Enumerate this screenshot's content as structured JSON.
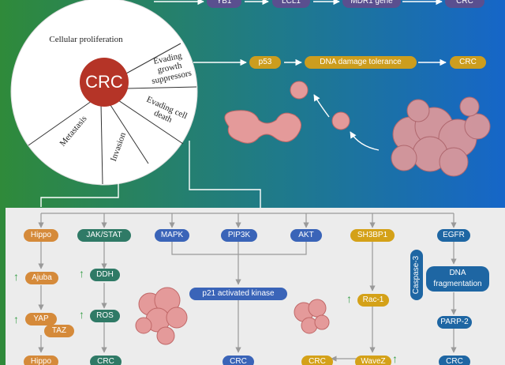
{
  "colors": {
    "bg_green": "#2f8a3a",
    "bg_blue": "#1666c8",
    "crc_red": "#b53427",
    "panel": "#ececec",
    "cancer_cell": "#e49a9a"
  },
  "hallmarks": {
    "center": "CRC",
    "wedges": [
      "Cellular proliferation",
      "Evading growth suppressors",
      "Evading cell death",
      "Invasion",
      "Metastasis"
    ]
  },
  "top_chain": [
    "YB1",
    "LCL1",
    "MDR1 gene",
    "CRC"
  ],
  "p53_chain": [
    "p53",
    "DNA damage tolerance",
    "CRC"
  ],
  "pathways": {
    "hippo": [
      "Hippo",
      "Ajuba",
      "YAP",
      "TAZ",
      "Hippo"
    ],
    "jak": [
      "JAK/STAT",
      "DDH",
      "ROS",
      "CRC"
    ],
    "mapk_group": {
      "heads": [
        "MAPK",
        "PIP3K",
        "AKT"
      ],
      "hub": "p21 activated kinase",
      "out": "CRC"
    },
    "sh3": [
      "SH3BP1",
      "Rac-1",
      "WaveZ",
      "CRC"
    ],
    "egfr": [
      "EGFR",
      "Caspase-3",
      "DNA fragmentation",
      "PARP-2",
      "CRC"
    ]
  },
  "up_arrow_glyph": "↑"
}
